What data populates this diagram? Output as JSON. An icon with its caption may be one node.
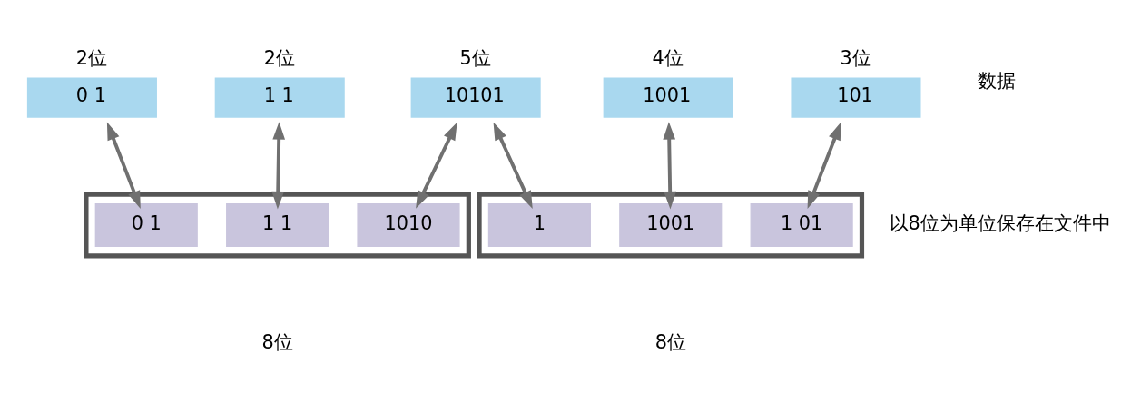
{
  "diagram": {
    "nodes": [
      {
        "text": [
          "0 1"
        ],
        "beside": [
          "2位"
        ]
      },
      {
        "text": [
          "1 1"
        ],
        "beside": [
          "2位"
        ]
      },
      {
        "text": [
          "10101"
        ],
        "beside": [
          "5位"
        ]
      },
      {
        "text": [
          "1001"
        ],
        "beside": [
          "4位"
        ]
      },
      {
        "text": [
          "101"
        ],
        "beside": [
          "3位"
        ]
      },
      {
        "text": [],
        "shape": "box"
      },
      {
        "text": [
          "0 1"
        ],
        "in": 5
      },
      {
        "text": [
          "1 1"
        ],
        "in": 5
      },
      {
        "text": [
          "1010"
        ],
        "in": 5
      },
      {
        "text": [],
        "shape": "box"
      },
      {
        "text": [
          "1"
        ],
        "in": 9
      },
      {
        "text": [
          "1001"
        ],
        "in": 9
      },
      {
        "text": [
          "1 01"
        ],
        "in": 9
      }
    ],
    "edges": [
      {
        "from": 0,
        "to": 6,
        "arrow": "both"
      },
      {
        "from": 1,
        "to": 7,
        "arrow": "both"
      },
      {
        "from": 2,
        "to": 8,
        "arrow": "both"
      },
      {
        "from": 2,
        "to": 10,
        "arrow": "both"
      },
      {
        "from": 3,
        "to": 11,
        "arrow": "both"
      },
      {
        "from": 4,
        "to": 12,
        "arrow": "both"
      }
    ],
    "labels": [
      "数据",
      "以8位为单位保存在文件中",
      "8位",
      "8位"
    ]
  }
}
